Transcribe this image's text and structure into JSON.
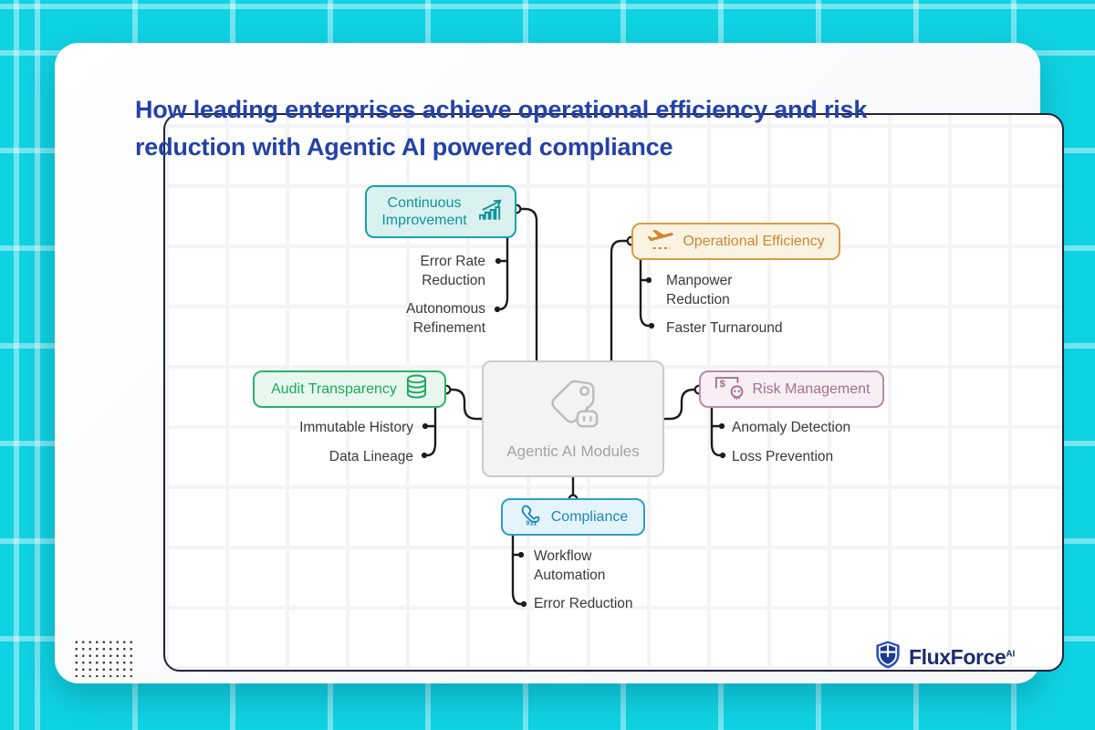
{
  "header": {
    "title": "How leading enterprises achieve operational efficiency and risk reduction with Agentic AI powered compliance"
  },
  "center": {
    "label": "Agentic AI Modules",
    "icon": "tag-robot-icon"
  },
  "branches": [
    {
      "id": "continuous-improvement",
      "label": "Continuous Improvement",
      "icon": "trend-up-icon",
      "accent": "#17a2a8",
      "bg": "#d9f2f0",
      "items": [
        "Error Rate Reduction",
        "Autonomous Refinement"
      ]
    },
    {
      "id": "operational-efficiency",
      "label": "Operational Efficiency",
      "icon": "plane-takeoff-icon",
      "accent": "#de9a45",
      "bg": "#fbf3e2",
      "items": [
        "Manpower Reduction",
        "Faster Turnaround"
      ]
    },
    {
      "id": "audit-transparency",
      "label": "Audit Transparency",
      "icon": "database-icon",
      "accent": "#2cb266",
      "bg": "#e9f8ef",
      "items": [
        "Immutable History",
        "Data Lineage"
      ]
    },
    {
      "id": "risk-management",
      "label": "Risk Management",
      "icon": "money-skull-icon",
      "accent": "#b88da5",
      "bg": "#f7eff4",
      "items": [
        "Anomaly Detection",
        "Loss Prevention"
      ]
    },
    {
      "id": "compliance",
      "label": "Compliance",
      "icon": "phone-911-icon",
      "accent": "#2f9dcb",
      "bg": "#e5f4fb",
      "items": [
        "Workflow Automation",
        "Error Reduction"
      ]
    }
  ],
  "logo": {
    "brand": "FluxForce",
    "suffix": "AI"
  },
  "colors": {
    "background": "#0fd2e3",
    "card": "#ffffff",
    "title": "#2342a6",
    "connector": "#1c1c1c"
  }
}
